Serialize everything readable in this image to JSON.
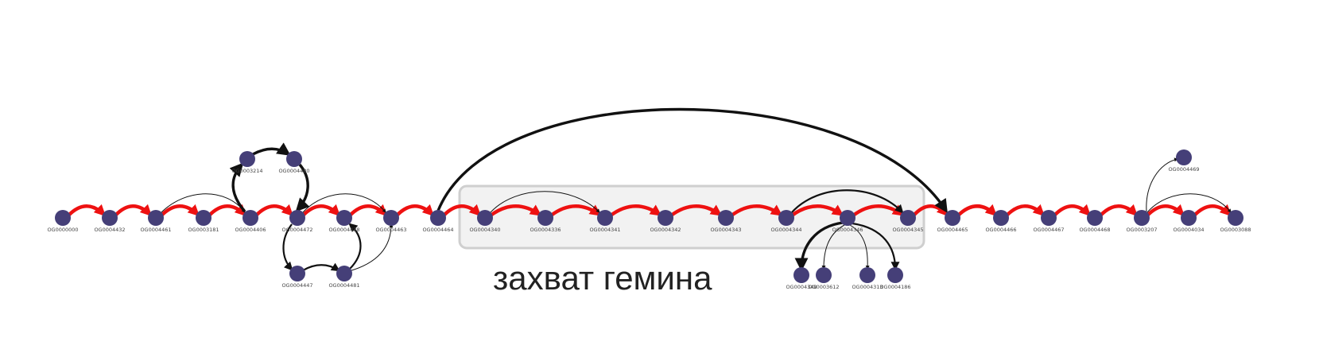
{
  "region": {
    "label": "захват гемина"
  },
  "colors": {
    "node": "#453f78",
    "main_chain_edge": "#ee1111",
    "other_edge": "#111111",
    "region_fill": "#f2f2f2",
    "region_border": "#cfcfcf"
  },
  "nodes": [
    {
      "id": "n0",
      "label": "OG0000000"
    },
    {
      "id": "n1",
      "label": "OG0004432"
    },
    {
      "id": "n2",
      "label": "OG0004461"
    },
    {
      "id": "n3",
      "label": "OG0003181"
    },
    {
      "id": "n4",
      "label": "OG0004406"
    },
    {
      "id": "n5",
      "label": "OG0004472"
    },
    {
      "id": "n6",
      "label": "OG0004438"
    },
    {
      "id": "n7",
      "label": "OG0004463"
    },
    {
      "id": "n8",
      "label": "OG0004464"
    },
    {
      "id": "n9",
      "label": "OG0004340"
    },
    {
      "id": "n10",
      "label": "OG0004336"
    },
    {
      "id": "n11",
      "label": "OG0004341"
    },
    {
      "id": "n12",
      "label": "OG0004342"
    },
    {
      "id": "n13",
      "label": "OG0004343"
    },
    {
      "id": "n14",
      "label": "OG0004344"
    },
    {
      "id": "n15",
      "label": "OG0004346"
    },
    {
      "id": "n16",
      "label": "OG0004345"
    },
    {
      "id": "n17",
      "label": "OG0004465"
    },
    {
      "id": "n18",
      "label": "OG0004466"
    },
    {
      "id": "n19",
      "label": "OG0004467"
    },
    {
      "id": "n20",
      "label": "OG0004468"
    },
    {
      "id": "n21",
      "label": "OG0003207"
    },
    {
      "id": "n22",
      "label": "OG0004034"
    },
    {
      "id": "n23",
      "label": "OG0003088"
    },
    {
      "id": "t1",
      "label": "OG0003214"
    },
    {
      "id": "t2",
      "label": "OG0004480"
    },
    {
      "id": "b1",
      "label": "OG0004447"
    },
    {
      "id": "b2",
      "label": "OG0004481"
    },
    {
      "id": "r1",
      "label": "OG0004348"
    },
    {
      "id": "r2",
      "label": "OG0003612"
    },
    {
      "id": "r3",
      "label": "OG0004313"
    },
    {
      "id": "r4",
      "label": "OG0004186"
    },
    {
      "id": "u1",
      "label": "OG0004469"
    }
  ],
  "edges": [
    {
      "from": "n0",
      "to": "n1",
      "type": "main"
    },
    {
      "from": "n1",
      "to": "n2",
      "type": "main"
    },
    {
      "from": "n2",
      "to": "n3",
      "type": "main"
    },
    {
      "from": "n3",
      "to": "n4",
      "type": "main"
    },
    {
      "from": "n4",
      "to": "n5",
      "type": "main"
    },
    {
      "from": "n5",
      "to": "n6",
      "type": "main"
    },
    {
      "from": "n6",
      "to": "n7",
      "type": "main"
    },
    {
      "from": "n7",
      "to": "n8",
      "type": "main"
    },
    {
      "from": "n8",
      "to": "n9",
      "type": "main"
    },
    {
      "from": "n9",
      "to": "n10",
      "type": "main"
    },
    {
      "from": "n10",
      "to": "n11",
      "type": "main"
    },
    {
      "from": "n11",
      "to": "n12",
      "type": "main"
    },
    {
      "from": "n12",
      "to": "n13",
      "type": "main"
    },
    {
      "from": "n13",
      "to": "n14",
      "type": "main"
    },
    {
      "from": "n14",
      "to": "n15",
      "type": "main"
    },
    {
      "from": "n15",
      "to": "n16",
      "type": "main"
    },
    {
      "from": "n16",
      "to": "n17",
      "type": "main"
    },
    {
      "from": "n17",
      "to": "n18",
      "type": "main"
    },
    {
      "from": "n18",
      "to": "n19",
      "type": "main"
    },
    {
      "from": "n19",
      "to": "n20",
      "type": "main"
    },
    {
      "from": "n20",
      "to": "n21",
      "type": "main"
    },
    {
      "from": "n21",
      "to": "n22",
      "type": "main"
    },
    {
      "from": "n22",
      "to": "n23",
      "type": "main"
    },
    {
      "from": "n8",
      "to": "n17",
      "type": "other",
      "weight": "thick"
    },
    {
      "from": "n2",
      "to": "n4",
      "type": "other",
      "weight": "thin"
    },
    {
      "from": "n5",
      "to": "n7",
      "type": "other",
      "weight": "thin"
    },
    {
      "from": "n9",
      "to": "n11",
      "type": "other",
      "weight": "thin"
    },
    {
      "from": "n14",
      "to": "n16",
      "type": "other",
      "weight": "medium"
    },
    {
      "from": "n21",
      "to": "n23",
      "type": "other",
      "weight": "thin"
    },
    {
      "from": "n4",
      "to": "t1",
      "type": "other",
      "weight": "thick"
    },
    {
      "from": "t1",
      "to": "t2",
      "type": "other",
      "weight": "thick"
    },
    {
      "from": "t2",
      "to": "n5",
      "type": "other",
      "weight": "thick"
    },
    {
      "from": "n5",
      "to": "b1",
      "type": "other",
      "weight": "medium"
    },
    {
      "from": "b1",
      "to": "b2",
      "type": "other",
      "weight": "medium"
    },
    {
      "from": "b2",
      "to": "n6",
      "type": "other",
      "weight": "medium"
    },
    {
      "from": "b2",
      "to": "n7",
      "type": "other",
      "weight": "thin"
    },
    {
      "from": "n15",
      "to": "r1",
      "type": "other",
      "weight": "thick"
    },
    {
      "from": "n15",
      "to": "r2",
      "type": "other",
      "weight": "thin"
    },
    {
      "from": "n15",
      "to": "r3",
      "type": "other",
      "weight": "thin"
    },
    {
      "from": "n15",
      "to": "r4",
      "type": "other",
      "weight": "medium"
    },
    {
      "from": "n21",
      "to": "u1",
      "type": "other",
      "weight": "thin"
    }
  ]
}
